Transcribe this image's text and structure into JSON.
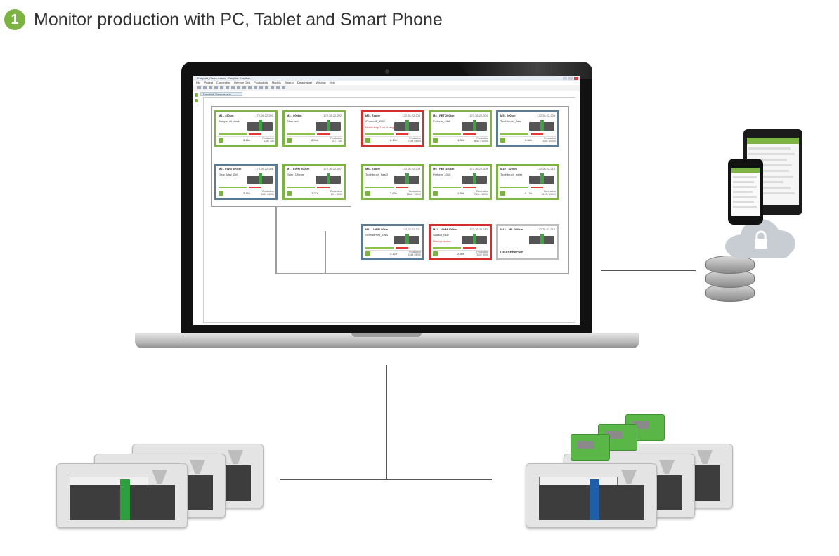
{
  "heading": {
    "step": "1",
    "text": "Monitor production with PC, Tablet and Smart Phone"
  },
  "colors": {
    "accent": "#7cb342",
    "alarm": "#d32f2f",
    "idle": "#5b7a93"
  },
  "window": {
    "title": "EasyNet_Demo.easyn - EasyNet EasyNet",
    "menu": [
      "File",
      "Project",
      "Connection",
      "Remote Desi",
      "Productivity",
      "Models",
      "Startup",
      "Datachange",
      "Window",
      "Help"
    ],
    "tab": "EasyNet_Demo.easyn"
  },
  "machines": [
    {
      "name": "M1 - 450km",
      "ip": "172.26.22.201",
      "product": "Bumper kit black",
      "time": "3.16h",
      "counter": "125 / 300",
      "state": "green"
    },
    {
      "name": "M2 - 800km",
      "ip": "172.26.22.202",
      "product": "Chair red",
      "time": "8.04h",
      "counter": "267 / 300",
      "state": "green"
    },
    {
      "name": "M3 - Zcoler",
      "ip": "172.26.22.203",
      "product": "iPhone65_1502",
      "warning": "Nozzle temp 2 out of range",
      "time": "2.10h",
      "counter": "7458 / 8500",
      "state": "red"
    },
    {
      "name": "M4 - PET 200km",
      "ip": "172.26.22.204",
      "product": "Preform_1412",
      "time": "1.33h",
      "counter": "8653 / 10000",
      "state": "green"
    },
    {
      "name": "M5 - 200km",
      "ip": "172.26.22.205",
      "product": "Toothbrush_Best",
      "time": "0.56h",
      "counter": "7102 / 10000",
      "state": "blue"
    },
    {
      "name": "M6 - EWM 100km",
      "ip": "172.26.22.206",
      "product": "Gear_Mini_ZW",
      "time": "3.16h",
      "counter": "5690 / 6000",
      "state": "blue"
    },
    {
      "name": "M7 - EWM 200km",
      "ip": "172.26.22.207",
      "product": "Ruler_100mm",
      "time": "7.27h",
      "counter": "102 / 4000",
      "state": "green"
    },
    {
      "name": "M8 - Zcoler",
      "ip": "172.26.22.208",
      "product": "Toothbrush_Best2",
      "time": "2.63h",
      "counter": "5600 / 10000",
      "state": "green"
    },
    {
      "name": "M9 - PET 150km",
      "ip": "172.26.22.209",
      "product": "Preform_1015",
      "time": "1.59h",
      "counter": "7500 / 10000",
      "state": "green"
    },
    {
      "name": "M10 - 320km",
      "ip": "172.26.22.210",
      "product": "Toothbrush_white",
      "time": "0.13h",
      "counter": "9672 / 10000",
      "state": "green"
    },
    {
      "name": "M11 - VWM 80km",
      "ip": "172.26.22.211",
      "product": "Screwdriver_ZWS",
      "time": "4.12h",
      "counter": "6168 / 8000",
      "state": "blue"
    },
    {
      "name": "M12 - VWM 100km",
      "ip": "172.26.22.212",
      "product": "Scissor_blue",
      "warning": "Mould protection",
      "time": "2.56h",
      "counter": "7102 / 9000",
      "state": "red"
    },
    {
      "name": "M13 - 2PL 320km",
      "ip": "172.26.22.213",
      "product": "",
      "status": "Disconnected",
      "state": "grey"
    }
  ],
  "production_label": "Production"
}
